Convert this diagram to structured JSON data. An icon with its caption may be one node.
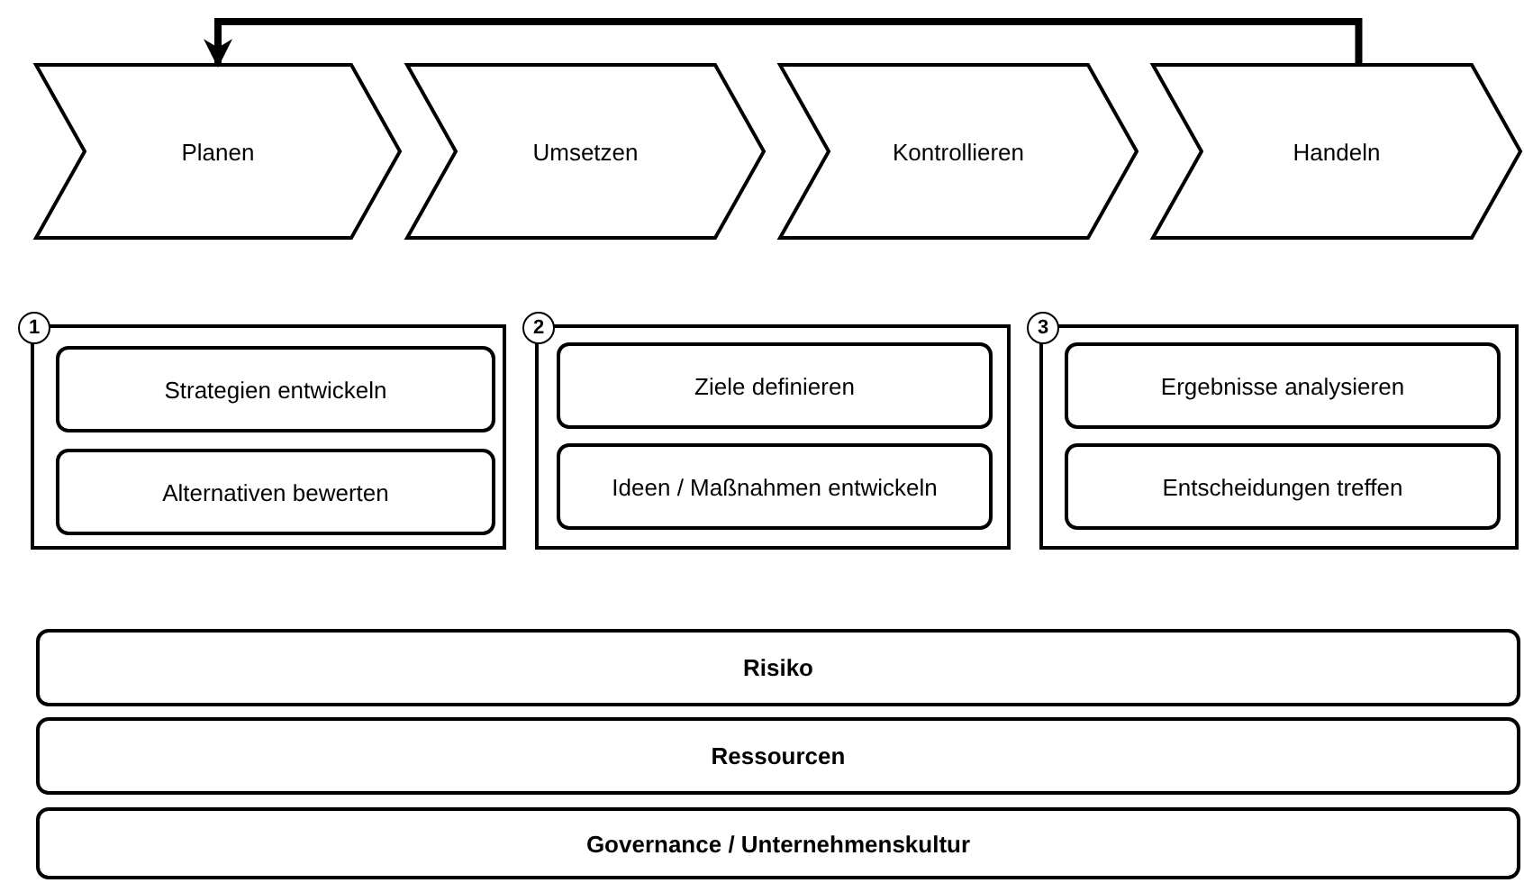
{
  "diagram": {
    "nodes": [
      {
        "text": [
          "Planen"
        ]
      },
      {
        "text": [
          "Umsetzen"
        ]
      },
      {
        "text": [
          "Kontrollieren"
        ]
      },
      {
        "text": [
          "Handeln"
        ]
      },
      {
        "text": [
          "1"
        ]
      },
      {
        "text": [
          "Strategien entwickeln"
        ],
        "in": 4
      },
      {
        "text": [
          "Alternativen bewerten"
        ],
        "in": 4
      },
      {
        "text": [
          "2"
        ]
      },
      {
        "text": [
          "Ziele definieren"
        ],
        "in": 7
      },
      {
        "text": [
          "Ideen / Maßnahmen entwickeln"
        ],
        "in": 7
      },
      {
        "text": [
          "3"
        ]
      },
      {
        "text": [
          "Ergebnisse analysieren"
        ],
        "in": 10
      },
      {
        "text": [
          "Entscheidungen treffen"
        ],
        "in": 10
      },
      {
        "text": [
          "Risiko"
        ]
      },
      {
        "text": [
          "Ressourcen"
        ]
      },
      {
        "text": [
          "Governance / Unternehmenskultur"
        ]
      }
    ],
    "edges": [
      {
        "from": 3,
        "to": 0,
        "arrow": "to"
      }
    ]
  }
}
